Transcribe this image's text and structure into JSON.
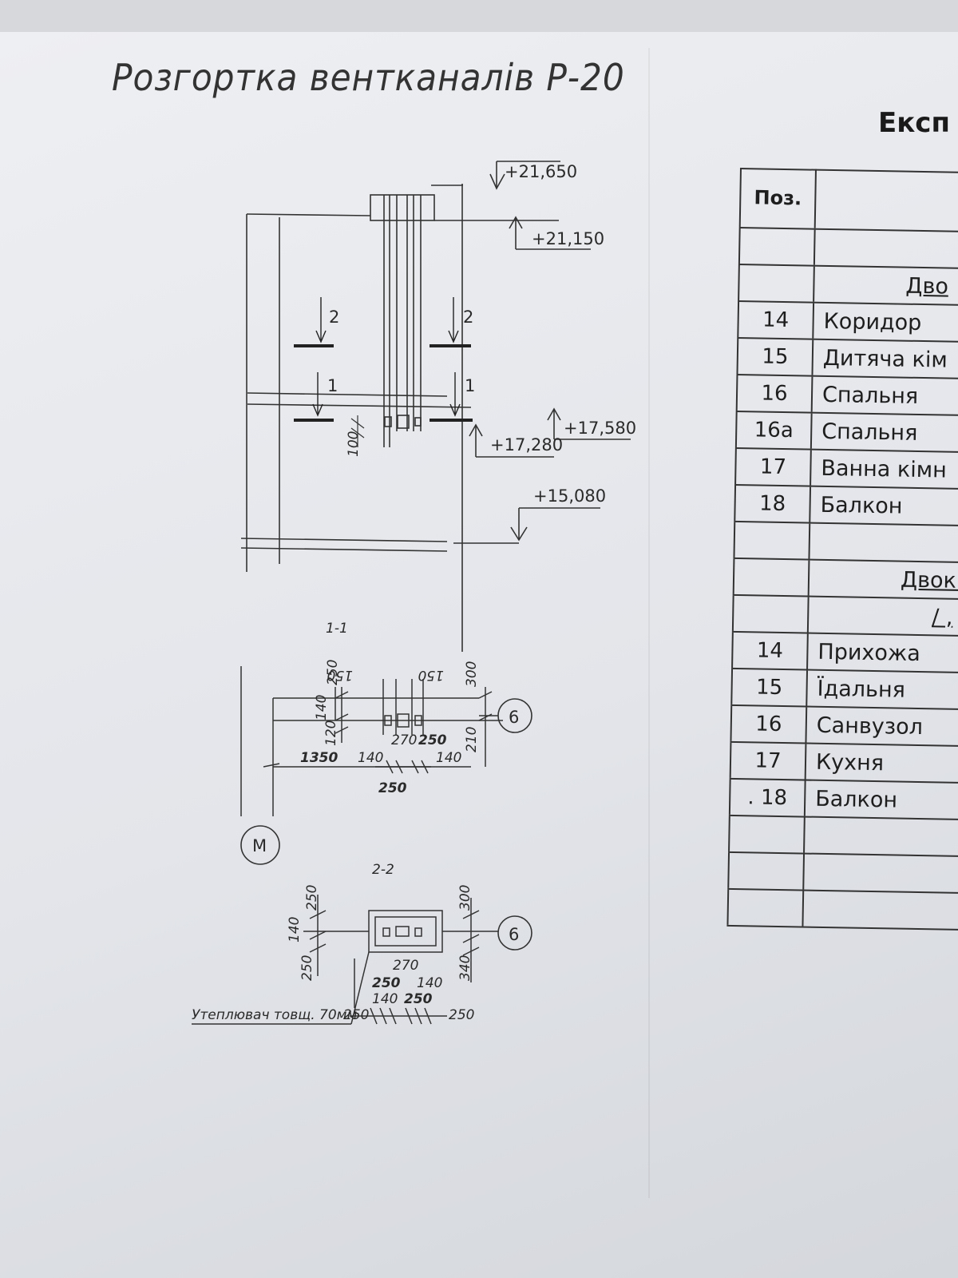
{
  "drawing": {
    "title": "Розгортка вентканалів Р-20",
    "levels": [
      "+21,650",
      "+21,150",
      "+17,580",
      "+17,280",
      "+15,080"
    ],
    "cut_marks": [
      "2",
      "2",
      "1",
      "1"
    ],
    "section_1_label": "1-1",
    "section_2_label": "2-2",
    "axis_6": "6",
    "axis_m": "М",
    "dims_elevation": {
      "d100": "100"
    },
    "dims_1_1": {
      "d250_top": "250",
      "d150_a": "150",
      "d150_b": "150",
      "d300": "300",
      "d140": "140",
      "d120": "120",
      "d270": "270",
      "d250_bold": "250",
      "d210": "210",
      "d1350": "1350",
      "d140_b": "140",
      "d140_c": "140",
      "d250_bottom": "250"
    },
    "dims_2_2": {
      "d250_a": "250",
      "d140": "140",
      "d250_b": "250",
      "d300": "300",
      "d340": "340",
      "d270": "270",
      "d250_c": "250",
      "d140_b": "140",
      "d140_c": "140",
      "d250_d": "250",
      "d250_e": "250",
      "d250_f": "250"
    },
    "insulation_note": "Утеплювач товщ. 70мм"
  },
  "table": {
    "title": "Експ",
    "header_pos": "Поз.",
    "section_a": "Дво",
    "section_b": "Двокі",
    "section_b_sub": "/ ,",
    "rows_a": [
      {
        "pos": "14",
        "name": "Коридор"
      },
      {
        "pos": "15",
        "name": "Дитяча кім"
      },
      {
        "pos": "16",
        "name": "Спальня"
      },
      {
        "pos": "16а",
        "name": "Спальня"
      },
      {
        "pos": "17",
        "name": "Ванна кімн"
      },
      {
        "pos": "18",
        "name": "Балкон"
      }
    ],
    "rows_b": [
      {
        "pos": "14",
        "name": "Прихожа"
      },
      {
        "pos": "15",
        "name": "Їдальня"
      },
      {
        "pos": "16",
        "name": "Санвузол"
      },
      {
        "pos": "17",
        "name": "Кухня"
      },
      {
        "pos": ". 18",
        "name": "Балкон"
      }
    ]
  }
}
